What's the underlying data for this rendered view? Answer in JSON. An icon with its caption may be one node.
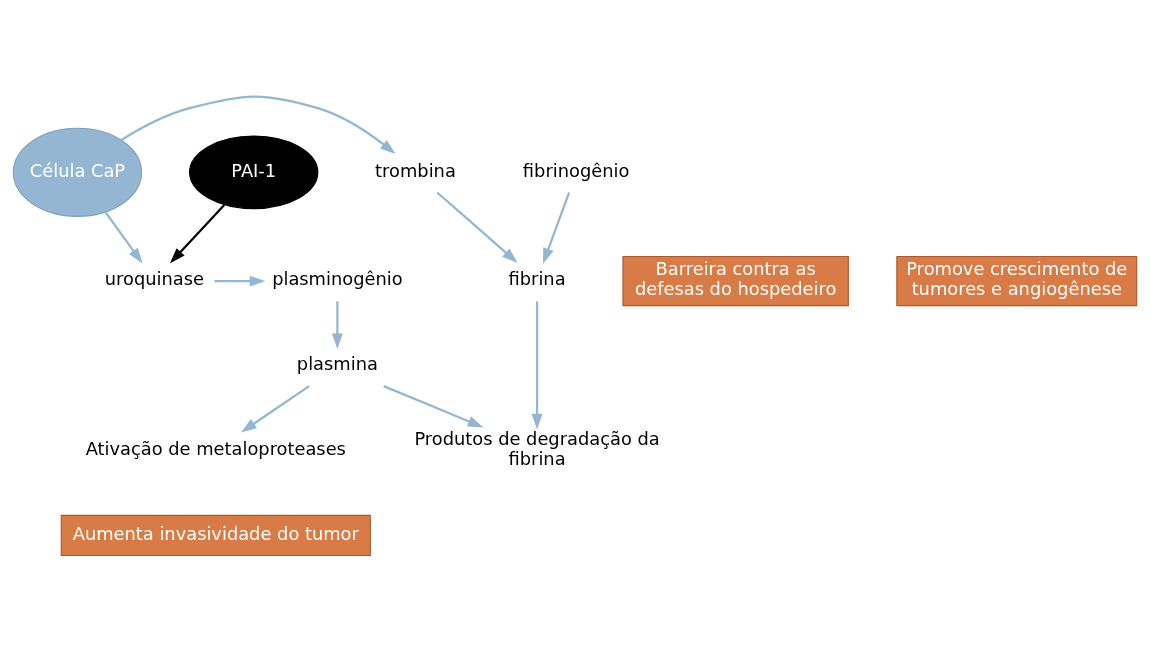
{
  "diagram": {
    "nodes": [
      {
        "text": [
          "Célula CaP"
        ]
      },
      {
        "text": [
          "trombina"
        ]
      },
      {
        "text": [
          "fibrinogênio"
        ]
      },
      {
        "text": [
          "fibrina"
        ]
      },
      {
        "text": [
          "uroquinase"
        ]
      },
      {
        "text": [
          "plasminogênio"
        ]
      },
      {
        "text": [
          "plasmina"
        ]
      },
      {
        "text": [
          "PAI-1"
        ]
      },
      {
        "text": [
          "Produtos de degradação da fibrina"
        ]
      },
      {
        "text": [
          "Ativação de metaloproteases"
        ]
      },
      {
        "text": [
          "Barreira contra as defesas do hospedeiro"
        ]
      },
      {
        "text": [
          "Promove crescimento de tumores e angiogênese"
        ]
      },
      {
        "text": [
          "Aumenta invasividade do tumor"
        ]
      }
    ],
    "edges": [
      {
        "from": 0,
        "to": 1,
        "arrow": "to"
      },
      {
        "from": 1,
        "to": 3,
        "arrow": "to"
      },
      {
        "from": 2,
        "to": 3,
        "arrow": "to"
      },
      {
        "from": 0,
        "to": 4,
        "arrow": "to"
      },
      {
        "from": 4,
        "to": 5,
        "arrow": "to"
      },
      {
        "from": 5,
        "to": 6,
        "arrow": "to"
      },
      {
        "from": 6,
        "to": 8,
        "arrow": "to"
      },
      {
        "from": 3,
        "to": 8,
        "arrow": "to"
      },
      {
        "from": 6,
        "to": 9,
        "arrow": "to"
      },
      {
        "from": 7,
        "to": 4,
        "arrow": "to",
        "color": "#000000"
      }
    ]
  }
}
